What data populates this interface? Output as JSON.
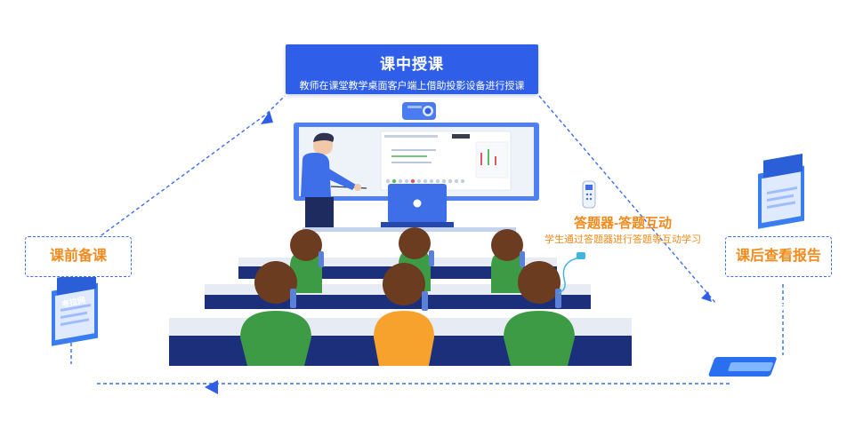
{
  "top_stage": {
    "title": "课中授课",
    "subtitle": "教师在课堂教学桌面客户端上借助投影设备进行授课"
  },
  "left_stage": {
    "title": "课前备课"
  },
  "right_stage": {
    "title": "课后查看报告"
  },
  "clicker": {
    "title": "答题器-答题互动",
    "subtitle": "学生通过答题器进行答题等互动学习"
  },
  "monitor_badge": "考拉网",
  "colors": {
    "primary_blue": "#2f5fe8",
    "accent_orange": "#f08a1c",
    "student_green": "#3d9a45",
    "desk_navy": "#1c2f7a"
  }
}
